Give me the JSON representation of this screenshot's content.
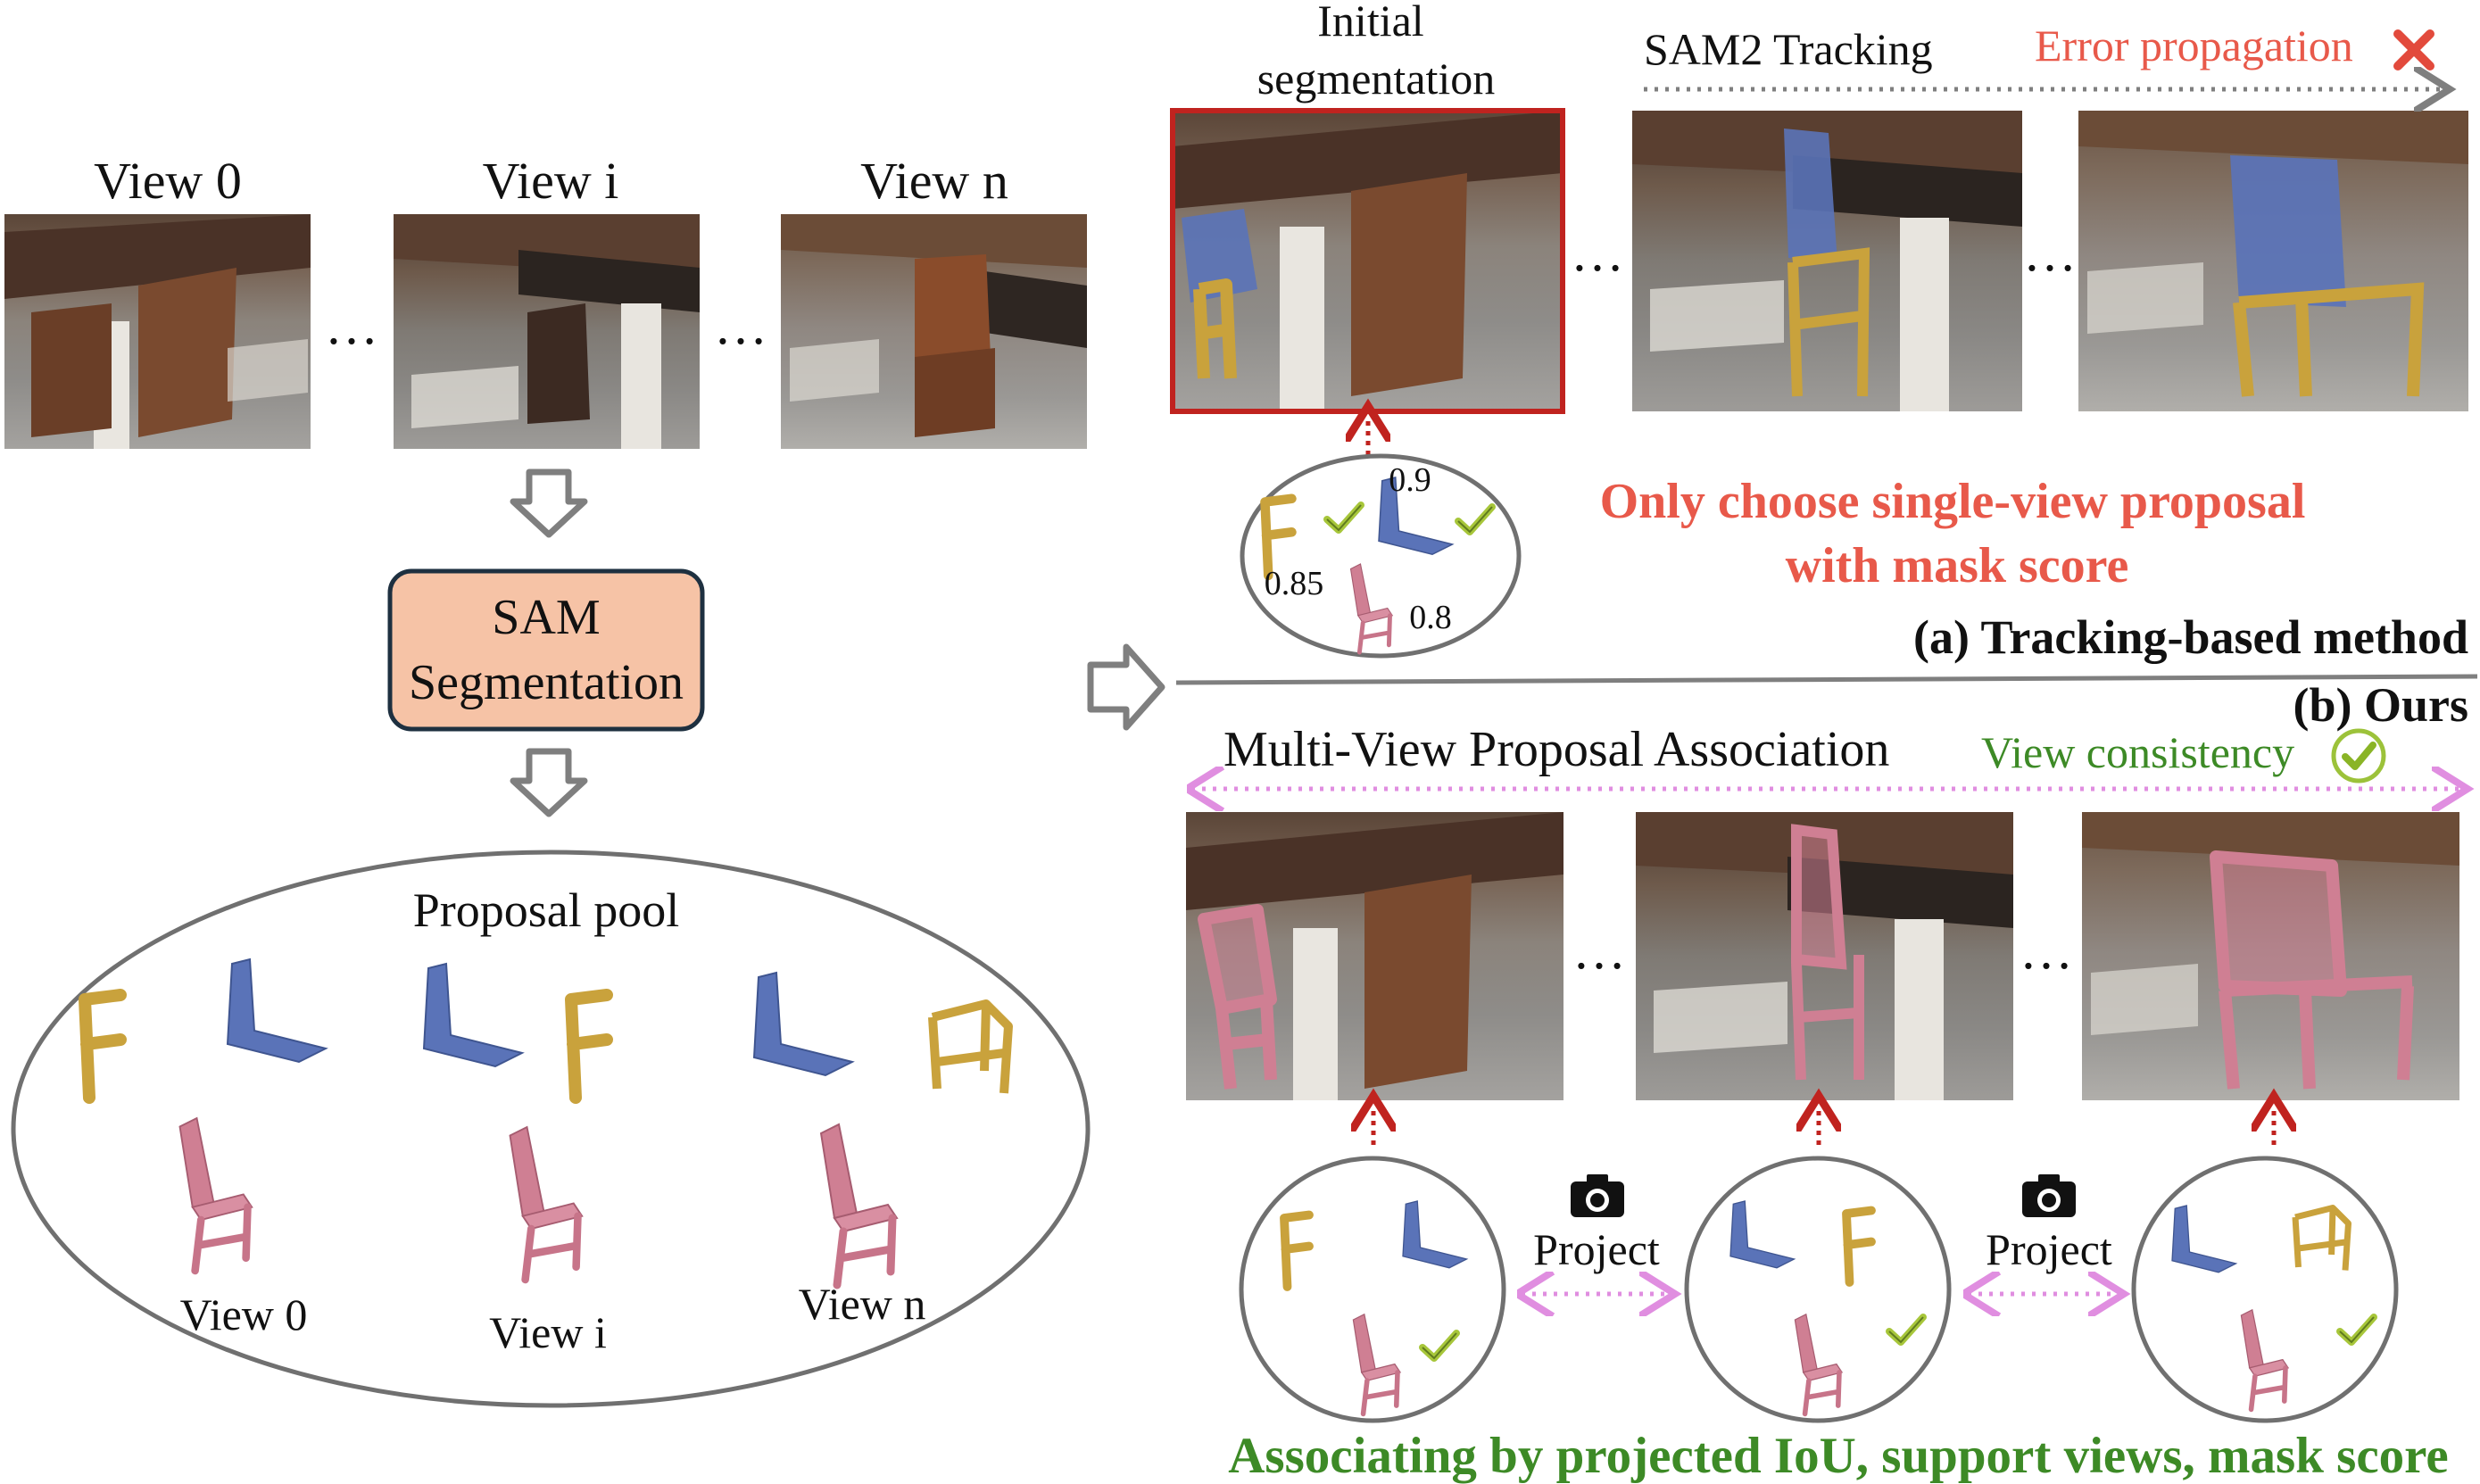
{
  "left": {
    "view_labels": [
      "View 0",
      "View i",
      "View n"
    ],
    "ellipsis": "…",
    "sam_box": {
      "line1": "SAM",
      "line2": "Segmentation"
    },
    "pool": {
      "title": "Proposal pool",
      "group_labels": [
        "View 0",
        "View i",
        "View n"
      ]
    }
  },
  "tracking": {
    "initial_seg": {
      "line1": "Initial",
      "line2": "segmentation"
    },
    "tracking_label": "SAM2 Tracking",
    "error_label": "Error propagation",
    "scores": {
      "leg": "0.85",
      "back": "0.9",
      "chair": "0.8"
    },
    "note": {
      "line1": "Only choose single-view proposal",
      "line2": "with mask score"
    },
    "section_a": "(a) Tracking-based method"
  },
  "ours": {
    "section_b": "(b) Ours",
    "assoc_label": "Multi-View Proposal Association",
    "consistency_label": "View consistency",
    "project_labels": [
      "Project",
      "Project"
    ],
    "bottom_note": "Associating by projected IoU, support views, mask score"
  },
  "colors": {
    "red_text": "#e8594a",
    "green_text": "#3d8a26",
    "sam_fill": "#f6c3a6",
    "sam_border": "#1e3040",
    "frame_red": "#c0231f",
    "chair_pink": "#cf7f93",
    "chair_blue": "#5a73b8",
    "chair_gold": "#c9a23c",
    "check_green": "#a7c63a",
    "dotted_pink": "#e08ee0",
    "arrow_gray": "#7f7f7f"
  },
  "icons": {
    "camera": "camera-icon",
    "check": "check-icon",
    "cross": "cross-icon",
    "down_arrow": "down-arrow-icon",
    "right_arrow": "right-arrow-icon"
  }
}
